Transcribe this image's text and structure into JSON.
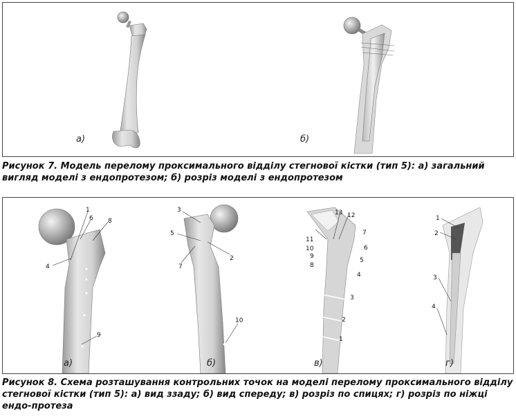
{
  "figure7": {
    "labels": [
      "а)",
      "б)"
    ],
    "caption": "Рисунок 7. Модель перелому проксимального відділу стегнової кістки (тип 5): а) загальний вигляд моделі з ендопротезом; б) розріз моделі з ендопротезом"
  },
  "figure8": {
    "labels": [
      "а)",
      "б)",
      "в)",
      "г)"
    ],
    "caption": "Рисунок 8. Схема розташування контрольних точок на моделі перелому проксимального відділу стегнової кістки (тип 5): а) вид ззаду; б) вид спереду; в) розріз по спицях; г) розріз по ніжці ендо-протеза",
    "panel_a_points": [
      "1",
      "6",
      "8",
      "4",
      "9"
    ],
    "panel_b_points": [
      "3",
      "5",
      "2",
      "7",
      "10"
    ],
    "panel_c_points": [
      "13",
      "12",
      "11",
      "7",
      "10",
      "6",
      "9",
      "5",
      "8",
      "4",
      "3",
      "2",
      "1"
    ],
    "panel_d_points": [
      "1",
      "2",
      "3",
      "4"
    ]
  }
}
